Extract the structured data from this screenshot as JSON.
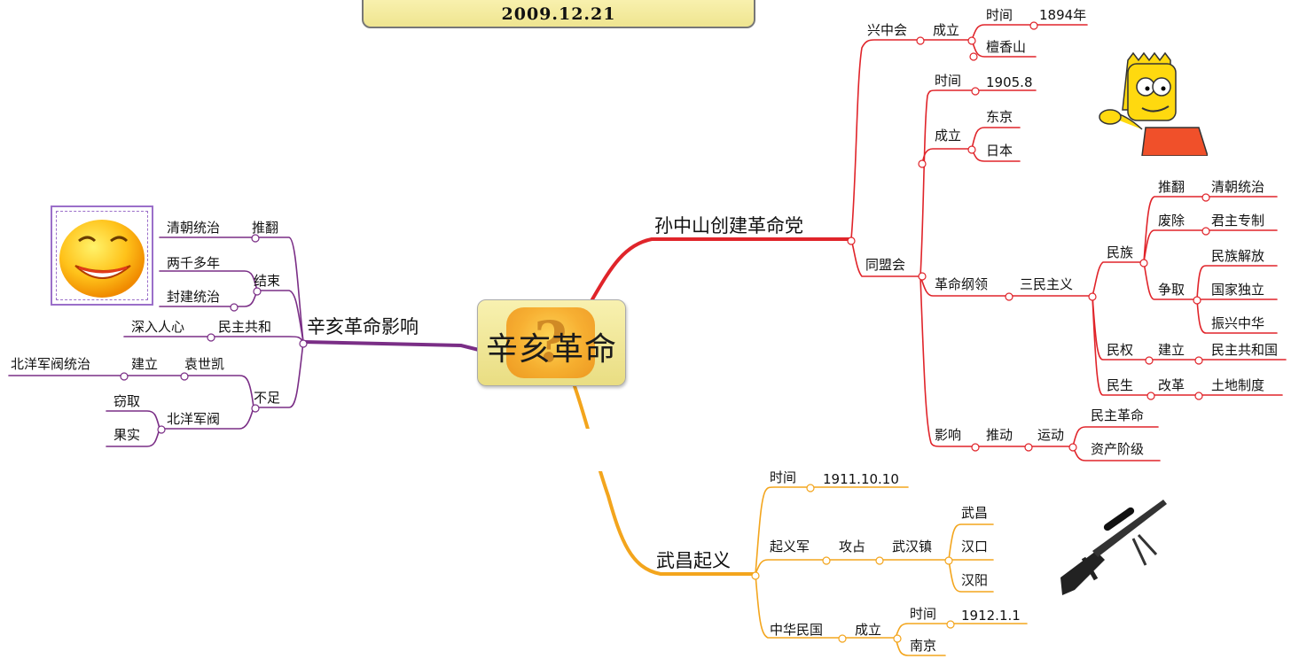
{
  "header": {
    "date": "2009.12.21"
  },
  "center": {
    "title": "辛亥革命"
  },
  "colors": {
    "red": "#e0242a",
    "purple": "#7a2e86",
    "orange": "#f3a51d"
  },
  "icons": {
    "smiley": "smiley-face-icon",
    "cartoon": "cartoon-character-icon",
    "rifle": "rifle-icon",
    "question": "question-mark-icon"
  },
  "right_top": {
    "main": "孙中山创建革命党",
    "xzh": {
      "label": "兴中会",
      "chengli": "成立",
      "shijian": "时间",
      "year": "1894年",
      "place": "檀香山"
    },
    "tmh": {
      "label": "同盟会",
      "shijian": "时间",
      "date": "1905.8",
      "chengli": "成立",
      "place1": "东京",
      "place2": "日本",
      "gangling": "革命纲领",
      "sanmin": "三民主义",
      "minzu": "民族",
      "tuifan": "推翻",
      "qingchao": "清朝统治",
      "feichu": "废除",
      "junzhu": "君主专制",
      "zhengqu": "争取",
      "minzujiefang": "民族解放",
      "guojia": "国家独立",
      "zhenxing": "振兴中华",
      "minquan": "民权",
      "jianli": "建立",
      "gongheguo": "民主共和国",
      "minsheng": "民生",
      "gaige": "改革",
      "tudi": "土地制度",
      "yingxiang": "影响",
      "tuidong": "推动",
      "yundong": "运动",
      "minzhugeming": "民主革命",
      "zichan": "资产阶级"
    }
  },
  "right_bottom": {
    "main": "武昌起义",
    "shijian": "时间",
    "date": "1911.10.10",
    "qiyijun": "起义军",
    "gongzhan": "攻占",
    "wuhan": "武汉镇",
    "wuchang": "武昌",
    "hankou": "汉口",
    "hanyang": "汉阳",
    "zhonghua": "中华民国",
    "chengli": "成立",
    "shijian2": "时间",
    "date2": "1912.1.1",
    "nanjing": "南京"
  },
  "left": {
    "main": "辛亥革命影响",
    "tuifan": "推翻",
    "qingchao": "清朝统治",
    "jieshu": "结束",
    "liangqian": "两千多年",
    "fengjian": "封建统治",
    "minzhugonghe": "民主共和",
    "shenru": "深入人心",
    "buzu": "不足",
    "yuan": "袁世凯",
    "jianli": "建立",
    "beiyangtongzhi": "北洋军阀统治",
    "beiyang": "北洋军阀",
    "qiequ": "窃取",
    "guoshi": "果实"
  }
}
